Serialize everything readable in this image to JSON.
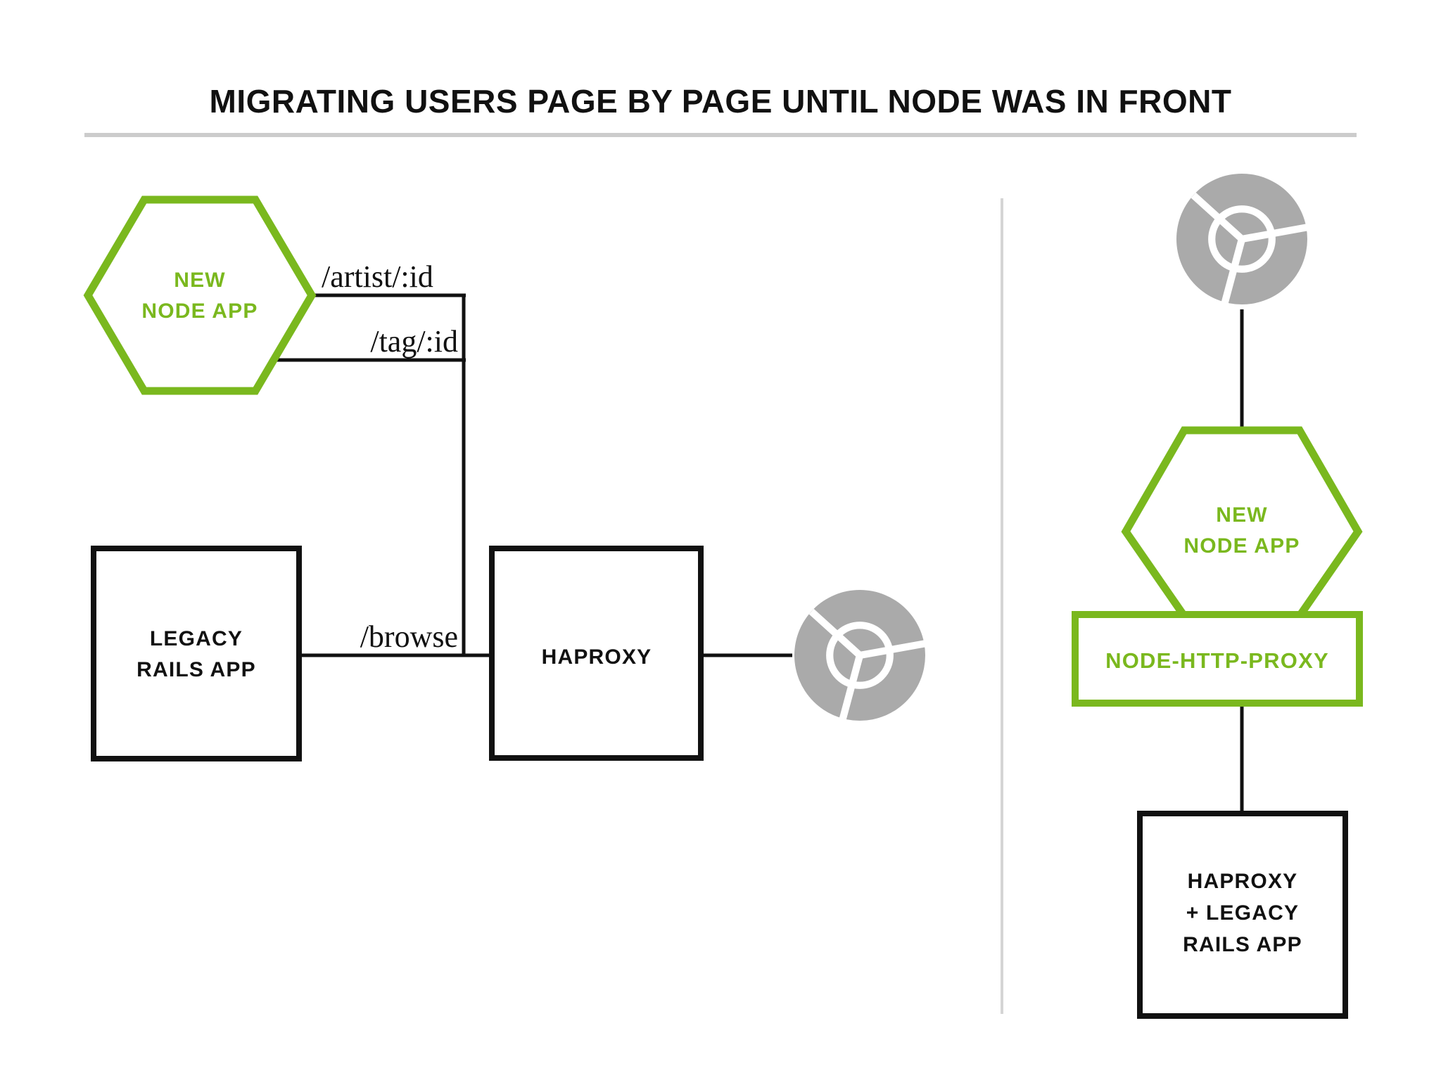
{
  "page": {
    "background_color": "#ffffff",
    "title": "MIGRATING USERS PAGE BY PAGE UNTIL NODE WAS IN FRONT",
    "title_color": "#111111",
    "header_rule_color": "#cccccc",
    "panel_divider_color": "#d5d5d5"
  },
  "colors": {
    "green": "#7ab81e",
    "black": "#111111",
    "chrome_grey": "#aaaaaa",
    "white": "#ffffff"
  },
  "left_panel": {
    "name": "before-state-diagram",
    "nodes": {
      "new_node_app": {
        "label_line1": "NEW",
        "label_line2": "NODE APP",
        "shape": "hexagon",
        "color": "#7ab81e"
      },
      "legacy_rails_app": {
        "label_line1": "LEGACY",
        "label_line2": "RAILS APP",
        "shape": "rectangle",
        "color": "#111111"
      },
      "haproxy": {
        "label_line1": "HAPROXY",
        "shape": "rectangle",
        "color": "#111111"
      },
      "browser": {
        "icon": "chrome-icon",
        "color": "#aaaaaa"
      }
    },
    "edge_labels": {
      "artist_route": "/artist/:id",
      "tag_route": "/tag/:id",
      "browse_route": "/browse"
    }
  },
  "right_panel": {
    "name": "after-state-diagram",
    "nodes": {
      "browser": {
        "icon": "chrome-icon",
        "color": "#aaaaaa"
      },
      "new_node_app": {
        "label_line1": "NEW",
        "label_line2": "NODE APP",
        "shape": "hexagon",
        "color": "#7ab81e"
      },
      "node_http_proxy": {
        "label_line1": "NODE-HTTP-PROXY",
        "shape": "rectangle",
        "color": "#7ab81e"
      },
      "haproxy_legacy": {
        "label_line1": "HAPROXY",
        "label_line2": "+ LEGACY",
        "label_line3": "RAILS APP",
        "shape": "rectangle",
        "color": "#111111"
      }
    }
  }
}
